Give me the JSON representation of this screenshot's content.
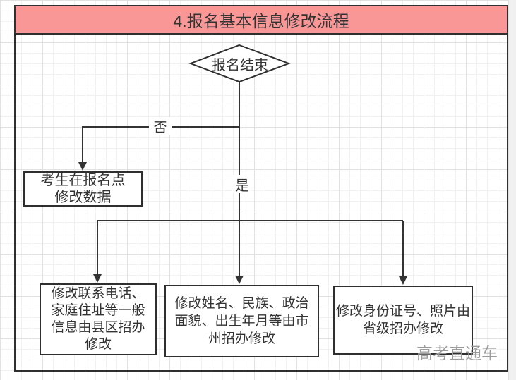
{
  "title": "4.报名基本信息修改流程",
  "colors": {
    "title_fill": "#f99797",
    "line": "#333333",
    "shape_border": "#2f2f2f",
    "watermark": "#9b9b9b"
  },
  "diamond": {
    "label": "报名结束"
  },
  "branches": {
    "no": "否",
    "yes": "是"
  },
  "boxes": {
    "no_result": {
      "lines": [
        "考生在报名点",
        "修改数据"
      ]
    },
    "county": {
      "lines": [
        "修改联系电话、",
        "家庭住址等一般",
        "信息由县区招办",
        "修改"
      ]
    },
    "city": {
      "lines": [
        "修改姓名、民族、政治",
        "面貌、出生年月等由市",
        "州招办修改"
      ]
    },
    "province": {
      "lines": [
        "修改身份证号、照片由",
        "省级招办修改"
      ]
    }
  },
  "watermark": "高考直通车"
}
